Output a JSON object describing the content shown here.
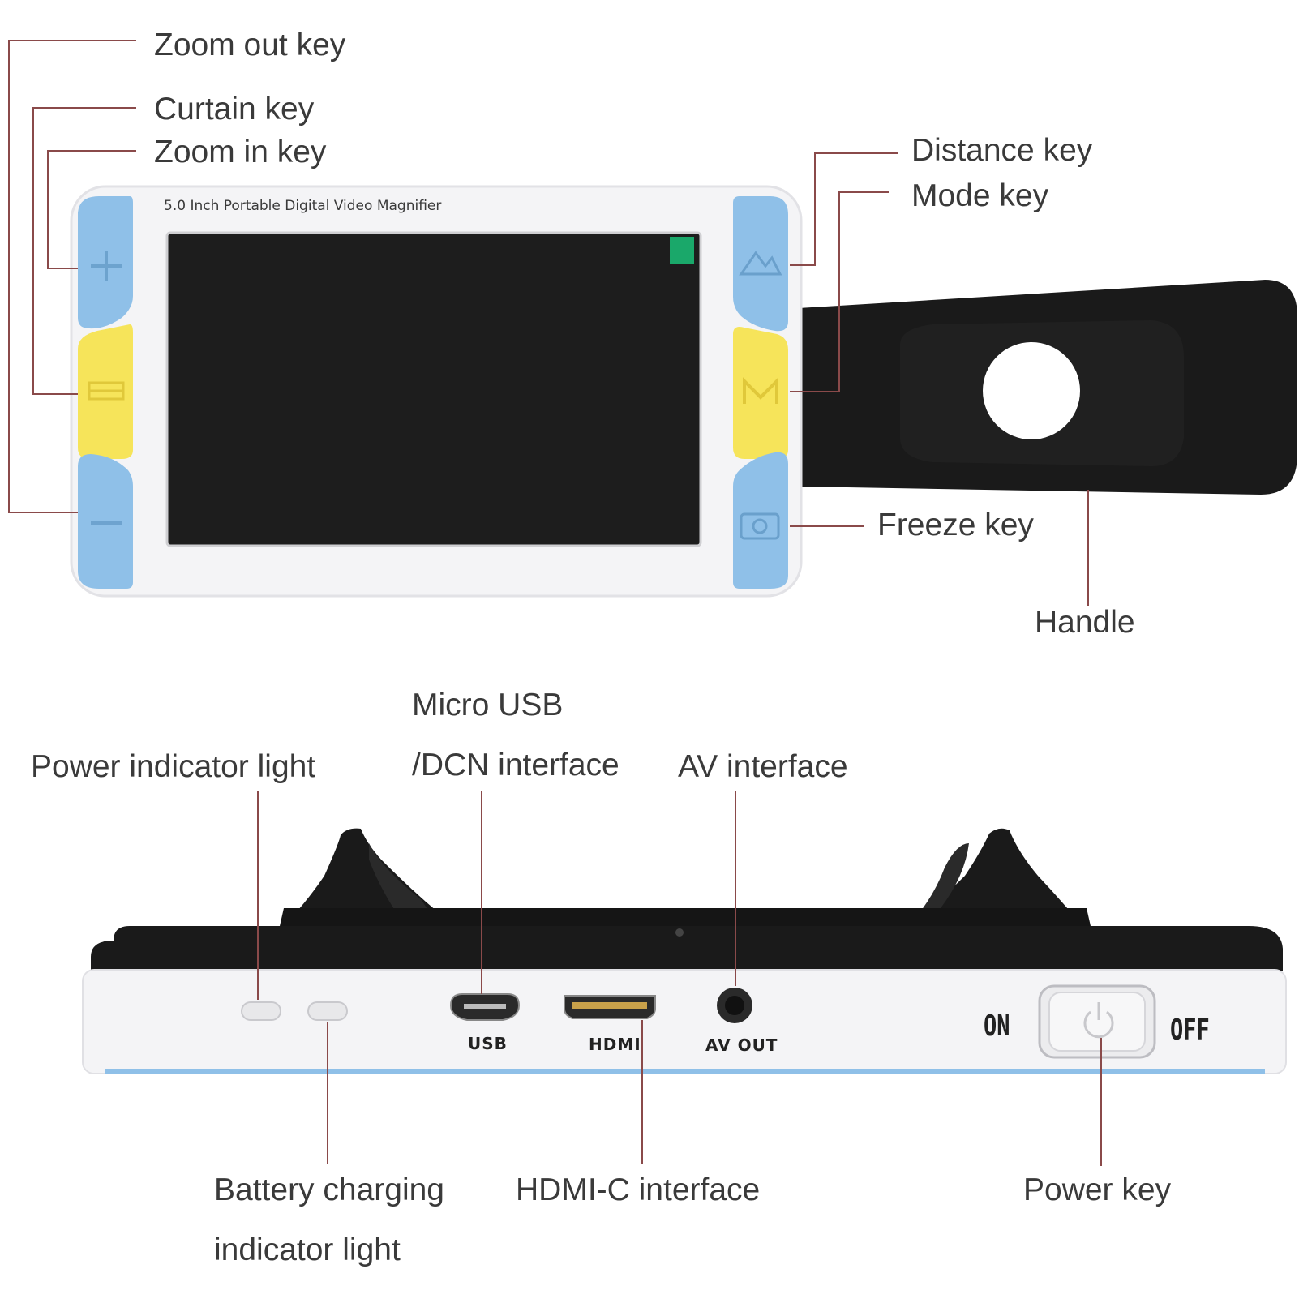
{
  "top_view": {
    "device_caption": "5.0 Inch Portable Digital Video Magnifier",
    "labels": {
      "zoom_out_key": "Zoom out key",
      "curtain_key": "Curtain key",
      "zoom_in_key": "Zoom in key",
      "distance_key": "Distance key",
      "mode_key": "Mode key",
      "freeze_key": "Freeze key",
      "handle": "Handle"
    }
  },
  "bottom_view": {
    "labels": {
      "micro_usb_line1": "Micro USB",
      "micro_usb_line2": "/DCN interface",
      "power_indicator": "Power indicator light",
      "av_interface": "AV interface",
      "battery_line1": "Battery charging",
      "battery_line2": "indicator light",
      "hdmi_interface": "HDMI-C interface",
      "power_key": "Power key"
    },
    "port_labels": {
      "usb": "USB",
      "hdmi": "HDMI",
      "av_out": "AV OUT"
    },
    "switch": {
      "on": "ON",
      "off": "OFF"
    }
  },
  "colors": {
    "key_blue": "#8fc0e8",
    "key_yellow": "#f6e45a",
    "screen": "#1d1d1d",
    "body_black": "#1a1a1a",
    "leader_line": "#8a4a4a",
    "screen_indicator": "#1aa86a"
  },
  "icons": {
    "zoom_in": "plus-icon",
    "curtain": "curtain-lines-icon",
    "zoom_out": "minus-icon",
    "distance": "mountain-icon",
    "mode": "m-letter-icon",
    "freeze": "camera-icon",
    "power": "power-icon"
  }
}
